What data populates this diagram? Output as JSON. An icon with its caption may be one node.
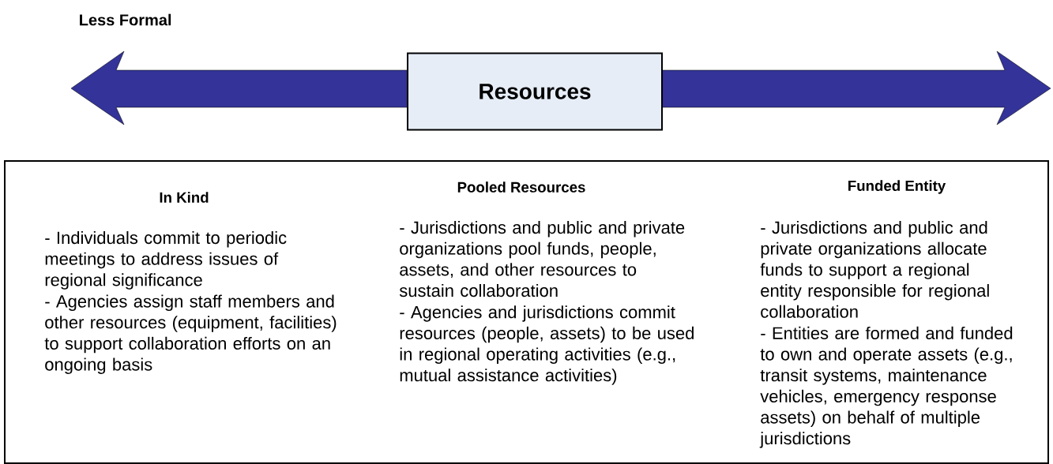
{
  "diagram": {
    "nodes": [
      {
        "text": [
          "Resources"
        ]
      }
    ],
    "labels": [
      "Less Formal",
      "In Kind",
      "- Individuals commit to periodic meetings to address issues of regional significance",
      "- Agencies assign staff members and other resources (equipment, facilities) to support collaboration efforts on an ongoing basis",
      "Pooled Resources",
      "- Jurisdictions and public and private organizations pool funds, people, assets, and other resources to sustain collaboration",
      "- Agencies and jurisdictions commit resources (people, assets) to be used in regional operating activities (e.g., mutual assistance activities)",
      "Funded Entity",
      "- Jurisdictions and public and private organizations allocate funds to support a regional entity responsible for regional collaboration",
      "- Entities are formed and funded to own and operate assets (e.g., transit systems, maintenance vehicles, emergency response assets) on behalf of multiple jurisdictions"
    ]
  }
}
